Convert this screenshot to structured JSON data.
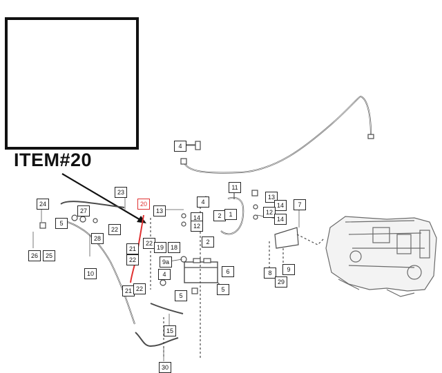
{
  "inset": {
    "title": "ITEM#20"
  },
  "colors": {
    "line": "#4a4a4a",
    "box": "#222222",
    "highlight": "#e03030",
    "hose": "#b0b0b0"
  },
  "callouts": [
    {
      "key": "c4top",
      "label": "4"
    },
    {
      "key": "c23",
      "label": "23"
    },
    {
      "key": "c20",
      "label": "20",
      "highlight": true
    },
    {
      "key": "c24",
      "label": "24"
    },
    {
      "key": "c27",
      "label": "27"
    },
    {
      "key": "c5a",
      "label": "5"
    },
    {
      "key": "c28",
      "label": "28"
    },
    {
      "key": "c26",
      "label": "26"
    },
    {
      "key": "c25",
      "label": "25"
    },
    {
      "key": "c10",
      "label": "10"
    },
    {
      "key": "c13a",
      "label": "13"
    },
    {
      "key": "c22a",
      "label": "22"
    },
    {
      "key": "c14a",
      "label": "14"
    },
    {
      "key": "c12a",
      "label": "12"
    },
    {
      "key": "c4mid",
      "label": "4"
    },
    {
      "key": "c2a",
      "label": "2"
    },
    {
      "key": "c1",
      "label": "1"
    },
    {
      "key": "c11",
      "label": "11"
    },
    {
      "key": "c2b",
      "label": "2"
    },
    {
      "key": "c13b",
      "label": "13"
    },
    {
      "key": "c14b",
      "label": "14"
    },
    {
      "key": "c12b",
      "label": "12"
    },
    {
      "key": "c14c",
      "label": "14"
    },
    {
      "key": "c7",
      "label": "7"
    },
    {
      "key": "c21a",
      "label": "21"
    },
    {
      "key": "c22b",
      "label": "22"
    },
    {
      "key": "c19",
      "label": "19"
    },
    {
      "key": "c18",
      "label": "18"
    },
    {
      "key": "c22c",
      "label": "22"
    },
    {
      "key": "c9a",
      "label": "9a"
    },
    {
      "key": "c6",
      "label": "6"
    },
    {
      "key": "c8",
      "label": "8"
    },
    {
      "key": "c9",
      "label": "9"
    },
    {
      "key": "c29",
      "label": "29"
    },
    {
      "key": "c21b",
      "label": "21"
    },
    {
      "key": "c22d",
      "label": "22"
    },
    {
      "key": "c4low",
      "label": "4"
    },
    {
      "key": "c5b",
      "label": "5"
    },
    {
      "key": "c5c",
      "label": "5"
    },
    {
      "key": "c15",
      "label": "15"
    },
    {
      "key": "c30",
      "label": "30"
    }
  ]
}
